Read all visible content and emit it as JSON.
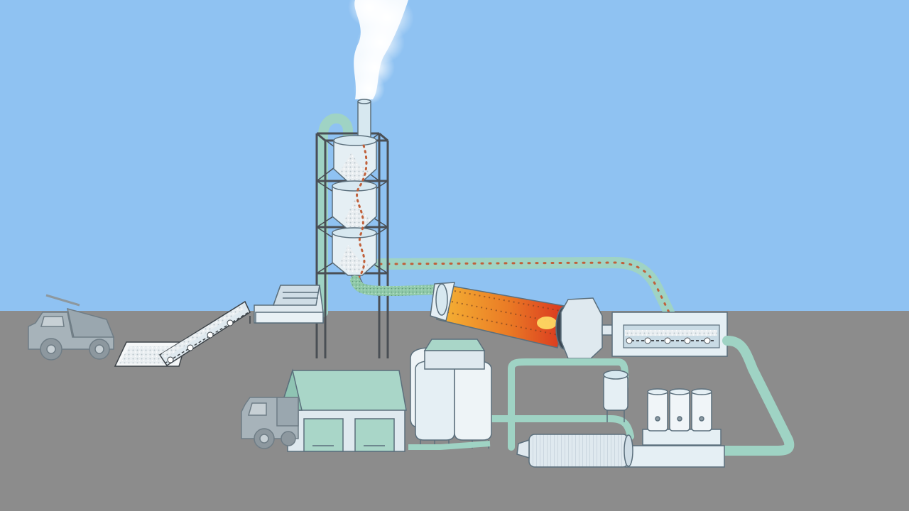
{
  "scene": {
    "colors": {
      "sky": "#8fc2f2",
      "ground": "#8c8c8c",
      "duct": "#9fd3c4",
      "duct_dark": "#7fb9a8",
      "steel": "#4a4f55",
      "equipment": "#d7e8f0",
      "equipment_stroke": "#5b6f7c",
      "roof": "#a9d6c8",
      "truck": "#9aa7af",
      "kiln_hot": "#e8452a",
      "kiln_warm": "#f0a020",
      "material_dots": "#c0603a",
      "smoke": "#ffffff"
    },
    "components": [
      "raw-material-dump-truck",
      "receiving-hopper",
      "inclined-belt-conveyor",
      "raw-mill",
      "preheater-tower",
      "cyclone-preheaters",
      "exhaust-stack",
      "rotary-kiln",
      "kiln-hood",
      "clinker-cooler",
      "clinker-silos",
      "cement-mill",
      "cement-silos",
      "storage-and-loading-warehouse",
      "cement-delivery-truck"
    ]
  }
}
